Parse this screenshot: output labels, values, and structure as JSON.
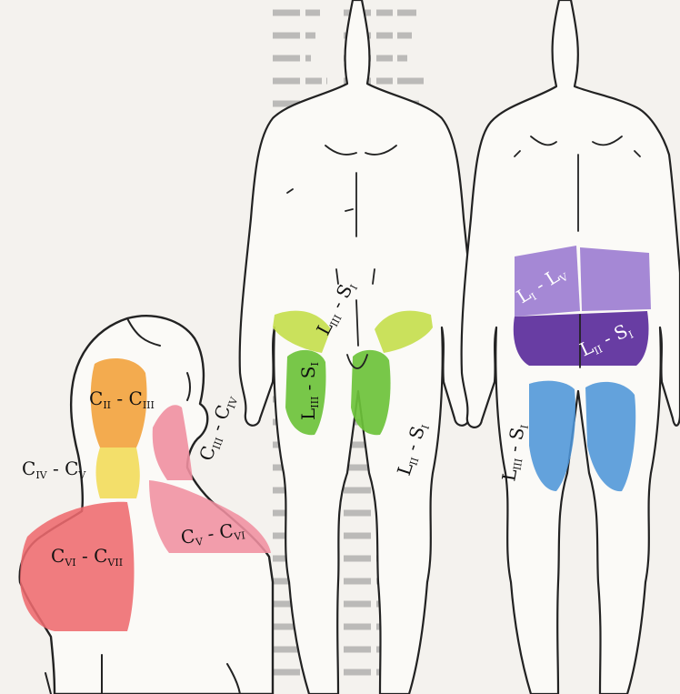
{
  "labels": {
    "c2_c3": {
      "main1": "C",
      "sub1": "II",
      "dash": " - ",
      "main2": "C",
      "sub2": "III"
    },
    "c3_c4": {
      "main1": "C",
      "sub1": "III",
      "dash": " - ",
      "main2": "C",
      "sub2": "IV"
    },
    "c4_c5": {
      "main1": "C",
      "sub1": "IV",
      "dash": " - ",
      "main2": "C",
      "sub2": "V"
    },
    "c5_c6": {
      "main1": "C",
      "sub1": "V",
      "dash": " - ",
      "main2": "C",
      "sub2": "VI"
    },
    "c6_c7": {
      "main1": "C",
      "sub1": "VI",
      "dash": " - ",
      "main2": "C",
      "sub2": "VII"
    },
    "l3_s1_front": {
      "main1": "L",
      "sub1": "III",
      "dash": " - ",
      "main2": "S",
      "sub2": "I"
    },
    "l3_s1_groin": {
      "main1": "L",
      "sub1": "III",
      "dash": " - ",
      "main2": "S",
      "sub2": "I"
    },
    "l2_s1_front": {
      "main1": "L",
      "sub1": "II",
      "dash": " - ",
      "main2": "S",
      "sub2": "I"
    },
    "l3_s1_back": {
      "main1": "L",
      "sub1": "III",
      "dash": " - ",
      "main2": "S",
      "sub2": "I"
    },
    "l1_l5_back": {
      "main1": "L",
      "sub1": "I",
      "dash": " - ",
      "main2": "L",
      "sub2": "V"
    },
    "l2_s1_back": {
      "main1": "L",
      "sub1": "II",
      "dash": " - ",
      "main2": "S",
      "sub2": "I"
    }
  },
  "colors": {
    "orange": "#f2a23c",
    "yellow": "#f2dc5a",
    "red": "#ee6a6e",
    "pink": "#f08fa0",
    "green": "#6cc23a",
    "lime": "#c6de4e",
    "purple_light": "#9b7bd0",
    "purple_dark": "#5b2d9b",
    "blue": "#4d95d8",
    "text_bg": "#8d8d8d"
  }
}
